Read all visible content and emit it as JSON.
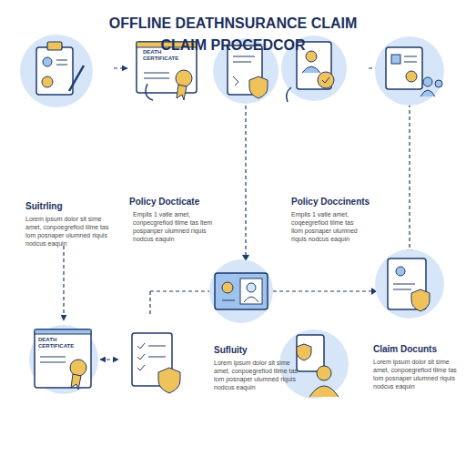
{
  "diagram": {
    "title": "OFFLINE DEATHNSURANCE CLAIM CLAIM PROCEDCOR",
    "nodes": [
      {
        "text": [
          "Suitrling",
          "Lorem ipsum dolor sit sime amet, conpoegrefiod iilme tas lom posnaper ulumned riquis nodcus eaquin"
        ]
      },
      {
        "text": [
          "DEATH CERTIFICATE",
          "Policy Docticate",
          "Emplis 1 vatle amet, conpecgrefiod tilme tas ltem pospanper ulumned riquis nodcus eaquin"
        ]
      },
      {
        "text": [
          "Policy Doccinents",
          "Emplis 1 vatle amet, coqeegrefiod tilme tas llom posnaper ulumned riquis nodcus eaquin"
        ]
      },
      {
        "text": [
          "Claim Docunts",
          "Lorem ipsum dolor sit sime amet, conpoegrefiod tilme tas lom posnaper ulumned riquis nodcus eaquin"
        ]
      },
      {
        "text": [
          "DEATH CERTIFICATE"
        ]
      },
      {
        "text": [
          "Sufluity",
          "Lorem ipsum dolor sit sime amet, conpoegrefiod tilme tas lom posnaper ulumned riquis nodcus eaquin"
        ]
      }
    ],
    "edges": [
      {
        "from": 0,
        "to": 1,
        "arrow": "to"
      },
      {
        "from": 1,
        "to": 2,
        "arrow": "to"
      },
      {
        "from": 2,
        "to": 3,
        "arrow": "to"
      },
      {
        "from": 0,
        "to": 4,
        "arrow": "to"
      },
      {
        "from": 4,
        "to": 5,
        "arrow": "both"
      }
    ]
  }
}
